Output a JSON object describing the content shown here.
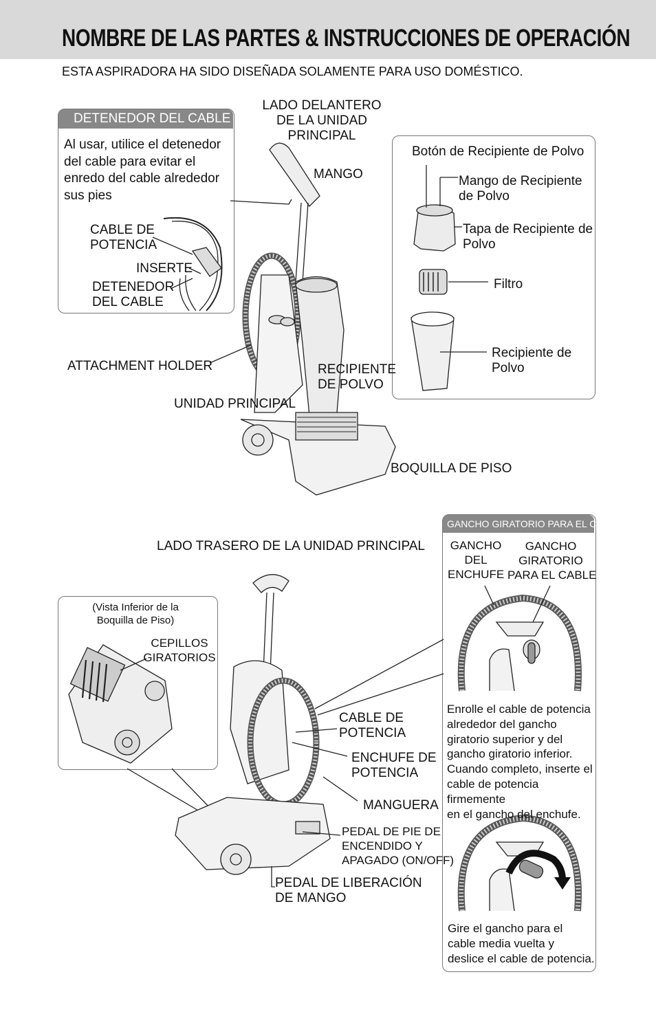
{
  "header": {
    "title": "NOMBRE DE LAS PARTES & INSTRUCCIONES DE OPERACIÓN",
    "subtitle": "ESTA ASPIRADORA HA SIDO DISEÑADA SOLAMENTE PARA USO DOMÉSTICO."
  },
  "cord_holder_box": {
    "heading": "DETENEDOR DEL CABLE",
    "text": [
      "Al usar, utilice el detenedor",
      "del cable para evitar el",
      "enredo del cable alrededor",
      "sus pies"
    ],
    "labels": {
      "power_cord": [
        "CABLE DE",
        "POTENCIA"
      ],
      "insert": "INSERTE",
      "cord_holder": [
        "DETENEDOR",
        "DEL CABLE"
      ]
    }
  },
  "front_view": {
    "heading": [
      "LADO DELANTERO",
      "DE LA UNIDAD",
      "PRINCIPAL"
    ],
    "handle": "MANGO",
    "attachment_holder": "ATTACHMENT HOLDER",
    "dust_container": [
      "RECIPIENTE",
      "DE POLVO"
    ],
    "main_unit": "UNIDAD PRINCIPAL",
    "floor_nozzle": "BOQUILLA DE PISO"
  },
  "dust_parts_box": {
    "button": "Botón de Recipiente de Polvo",
    "handle": [
      "Mango de Recipiente",
      "de Polvo"
    ],
    "lid": [
      "Tapa de Recipiente de",
      "Polvo"
    ],
    "filter": "Filtro",
    "container": [
      "Recipiente de",
      "Polvo"
    ]
  },
  "rear_view": {
    "heading": "LADO TRASERO DE LA UNIDAD PRINCIPAL",
    "bottom_view_caption": [
      "(Vista Inferior de la",
      "Boquilla de Piso)"
    ],
    "brushes": [
      "CEPILLOS",
      "GIRATORIOS"
    ],
    "power_cord": [
      "CABLE DE",
      "POTENCIA"
    ],
    "power_plug": [
      "ENCHUFE DE",
      "POTENCIA"
    ],
    "hose": "MANGUERA",
    "on_off_pedal": [
      "PEDAL DE PIE DE",
      "ENCENDIDO Y",
      "APAGADO (ON/OFF)"
    ],
    "handle_release": [
      "PEDAL DE LIBERACIÓN",
      "DE MANGO"
    ]
  },
  "swivel_hook_box": {
    "heading": "GANCHO GIRATORIO PARA EL CABLE",
    "plug_hook": [
      "GANCHO",
      "DEL",
      "ENCHUFE"
    ],
    "swivel_hook": [
      "GANCHO",
      "GIRATORIO",
      "PARA EL CABLE"
    ],
    "instruction1": [
      "Enrolle el cable de potencia",
      "alrededor del gancho",
      "giratorio superior y del",
      "gancho giratorio inferior.",
      "Cuando completo, inserte el",
      "cable de potencia firmemente",
      "en el gancho del enchufe."
    ],
    "instruction2": [
      "Gire el gancho para el",
      "cable media vuelta y",
      "deslice el cable de potencia."
    ]
  }
}
